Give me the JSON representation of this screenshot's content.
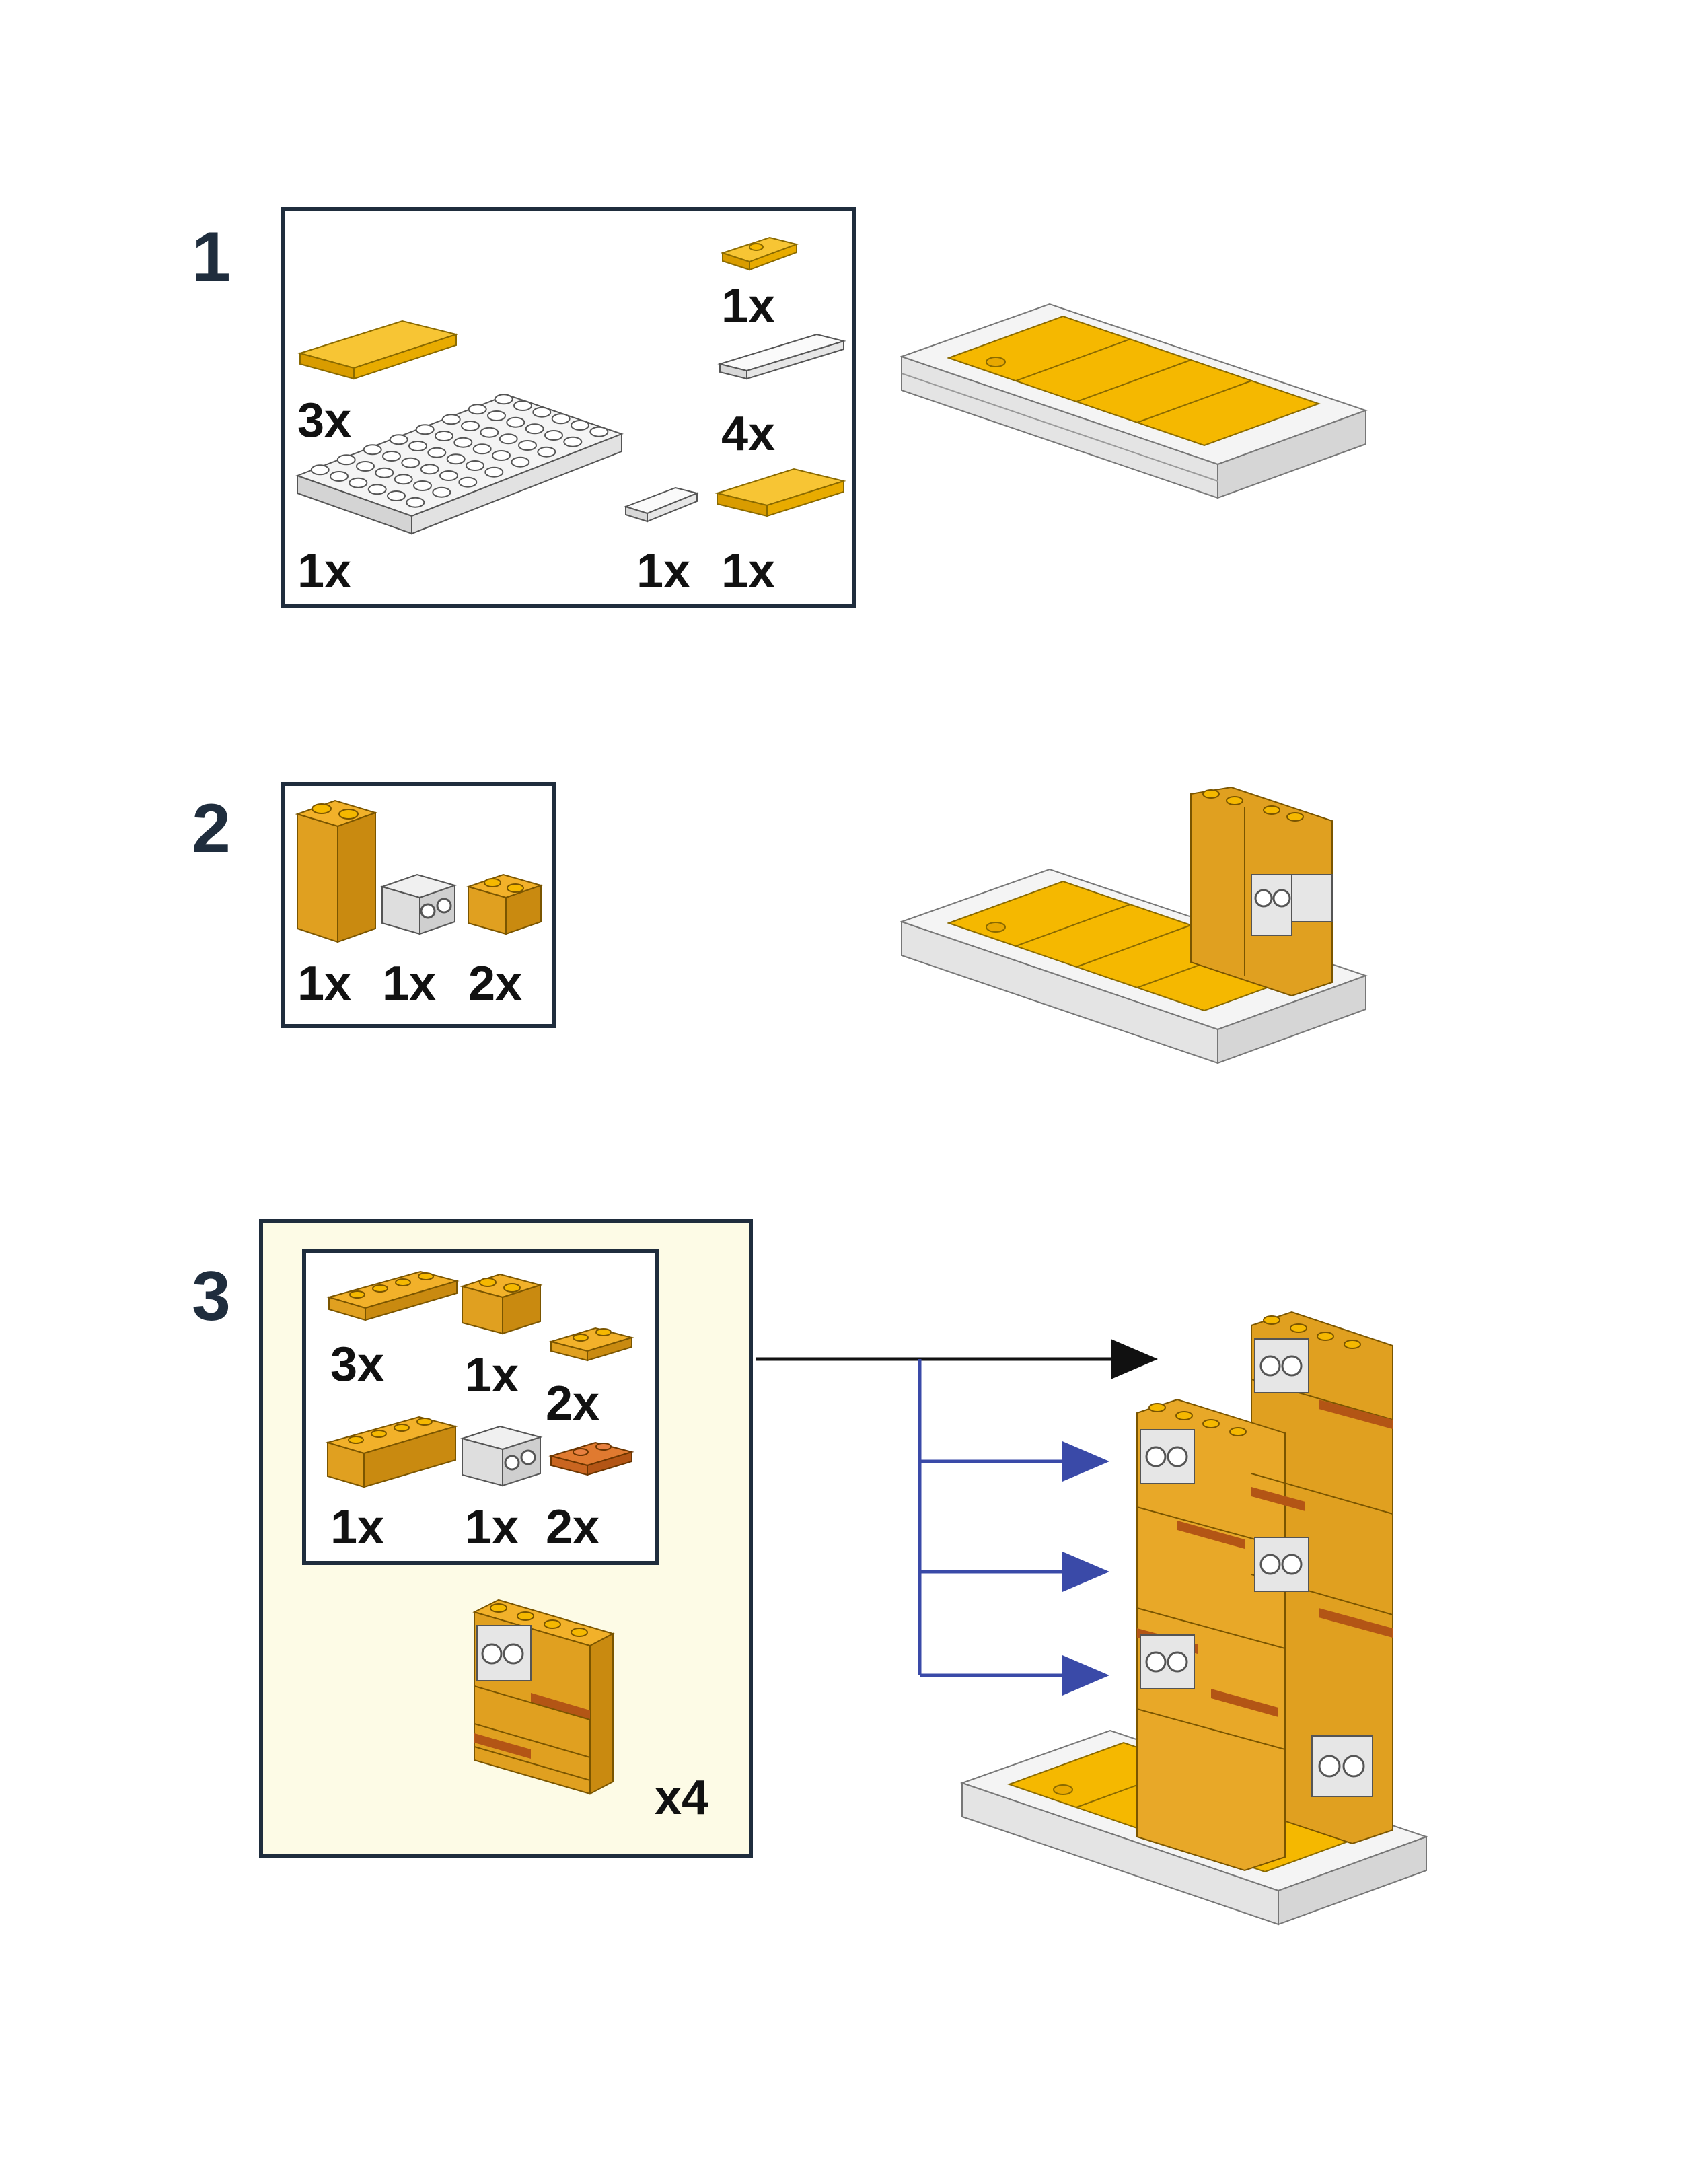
{
  "colors": {
    "yellow": "#f5b800",
    "dark_orange": "#e0a020",
    "white_brick": "#f2f2f2",
    "frame": "#1f2d3d",
    "submodel_bg": "#fdfbe6",
    "arrow_black": "#111111",
    "arrow_blue": "#3a4aa8"
  },
  "steps": [
    {
      "number": "1",
      "parts": [
        {
          "icon": "yellow-tile-1x2-with-stud-icon",
          "qty": "1x"
        },
        {
          "icon": "yellow-tile-2x4-icon",
          "qty": "3x"
        },
        {
          "icon": "white-tile-1x4-icon",
          "qty": "4x"
        },
        {
          "icon": "white-plate-6x8-icon",
          "qty": "1x"
        },
        {
          "icon": "white-tile-1x2-icon",
          "qty": "1x"
        },
        {
          "icon": "yellow-tile-2x4-icon",
          "qty": "1x"
        }
      ]
    },
    {
      "number": "2",
      "parts": [
        {
          "icon": "orange-brick-1x2x3-icon",
          "qty": "1x"
        },
        {
          "icon": "white-technic-brick-icon",
          "qty": "1x"
        },
        {
          "icon": "orange-brick-1x2-icon",
          "qty": "2x"
        }
      ]
    },
    {
      "number": "3",
      "parts": [
        {
          "icon": "orange-plate-1x4-icon",
          "qty": "3x"
        },
        {
          "icon": "orange-brick-1x2-icon",
          "qty": "1x"
        },
        {
          "icon": "orange-plate-1x2-icon",
          "qty": "2x"
        },
        {
          "icon": "orange-brick-1x4-icon",
          "qty": "1x"
        },
        {
          "icon": "white-technic-brick-icon",
          "qty": "1x"
        },
        {
          "icon": "dark-orange-plate-1x2-icon",
          "qty": "2x"
        }
      ],
      "submodel_multiplier": "x4"
    }
  ]
}
